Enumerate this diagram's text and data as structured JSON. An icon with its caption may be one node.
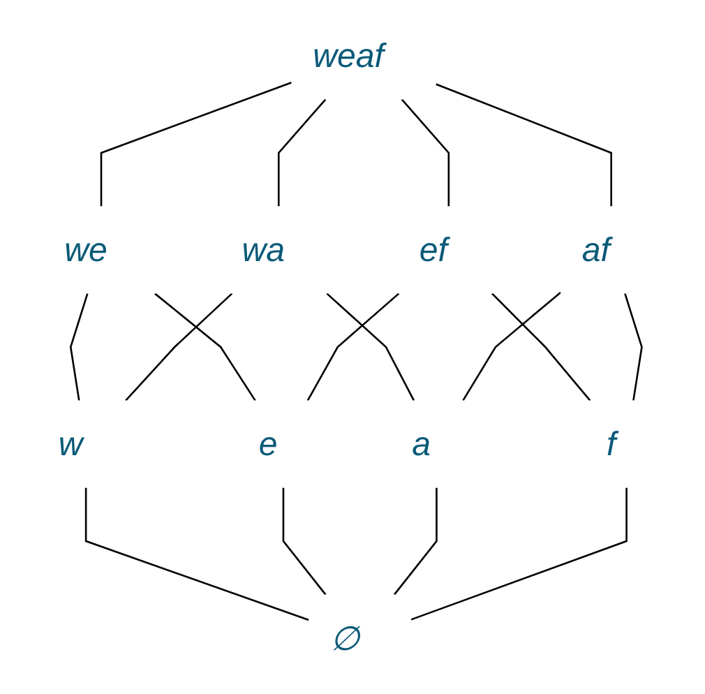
{
  "diagram": {
    "nodes": [
      {
        "text": [
          "weaf"
        ]
      },
      {
        "text": [
          "we"
        ]
      },
      {
        "text": [
          "wa"
        ]
      },
      {
        "text": [
          "ef"
        ]
      },
      {
        "text": [
          "af"
        ]
      },
      {
        "text": [
          "w"
        ]
      },
      {
        "text": [
          "e"
        ]
      },
      {
        "text": [
          "a"
        ]
      },
      {
        "text": [
          "f"
        ]
      },
      {
        "text": [
          "∅"
        ]
      }
    ],
    "edges": [
      {
        "from": 0,
        "to": 1,
        "arrow": "none"
      },
      {
        "from": 0,
        "to": 2,
        "arrow": "none"
      },
      {
        "from": 0,
        "to": 3,
        "arrow": "none"
      },
      {
        "from": 0,
        "to": 4,
        "arrow": "none"
      },
      {
        "from": 1,
        "to": 5,
        "arrow": "none"
      },
      {
        "from": 1,
        "to": 6,
        "arrow": "none"
      },
      {
        "from": 2,
        "to": 5,
        "arrow": "none"
      },
      {
        "from": 2,
        "to": 7,
        "arrow": "none"
      },
      {
        "from": 3,
        "to": 6,
        "arrow": "none"
      },
      {
        "from": 3,
        "to": 8,
        "arrow": "none"
      },
      {
        "from": 4,
        "to": 7,
        "arrow": "none"
      },
      {
        "from": 4,
        "to": 8,
        "arrow": "none"
      },
      {
        "from": 5,
        "to": 9,
        "arrow": "none"
      },
      {
        "from": 6,
        "to": 9,
        "arrow": "none"
      },
      {
        "from": 7,
        "to": 9,
        "arrow": "none"
      },
      {
        "from": 8,
        "to": 9,
        "arrow": "none"
      }
    ]
  }
}
